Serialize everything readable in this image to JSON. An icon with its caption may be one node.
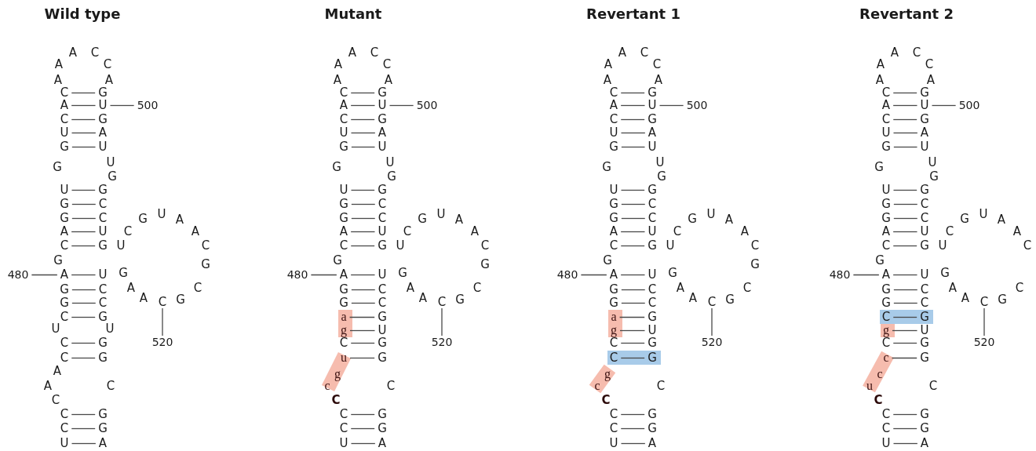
{
  "diagram": {
    "nodes": [
      {
        "text": [
          "C"
        ]
      },
      {
        "text": [
          "G"
        ]
      },
      {
        "text": [
          "A"
        ]
      },
      {
        "text": [
          "U"
        ]
      },
      {
        "text": [
          "500"
        ]
      },
      {
        "text": [
          "C"
        ]
      },
      {
        "text": [
          "G"
        ]
      },
      {
        "text": [
          "U"
        ]
      },
      {
        "text": [
          "A"
        ]
      },
      {
        "text": [
          "G"
        ]
      },
      {
        "text": [
          "U"
        ]
      },
      {
        "text": [
          "U"
        ]
      },
      {
        "text": [
          "G"
        ]
      },
      {
        "text": [
          "G"
        ]
      },
      {
        "text": [
          "C"
        ]
      },
      {
        "text": [
          "G"
        ]
      },
      {
        "text": [
          "C"
        ]
      },
      {
        "text": [
          "A"
        ]
      },
      {
        "text": [
          "U"
        ]
      },
      {
        "text": [
          "C"
        ]
      },
      {
        "text": [
          "G"
        ]
      },
      {
        "text": [
          "480"
        ]
      },
      {
        "text": [
          "A"
        ]
      },
      {
        "text": [
          "U"
        ]
      },
      {
        "text": [
          "G"
        ]
      },
      {
        "text": [
          "C"
        ]
      },
      {
        "text": [
          "G"
        ]
      },
      {
        "text": [
          "C"
        ]
      },
      {
        "text": [
          "C"
        ]
      },
      {
        "text": [
          "C"
        ]
      },
      {
        "text": [
          "G"
        ]
      },
      {
        "text": [
          "C"
        ]
      },
      {
        "text": [
          "G"
        ]
      },
      {
        "text": [
          "520"
        ]
      },
      {
        "text": [
          "C"
        ]
      },
      {
        "text": [
          "G"
        ]
      },
      {
        "text": [
          "C"
        ]
      },
      {
        "text": [
          "G"
        ]
      },
      {
        "text": [
          "C"
        ]
      },
      {
        "text": [
          "G"
        ]
      },
      {
        "text": [
          "U"
        ]
      },
      {
        "text": [
          "A"
        ]
      },
      {
        "text": [
          "C"
        ]
      },
      {
        "text": [
          "G"
        ]
      },
      {
        "text": [
          "A"
        ]
      },
      {
        "text": [
          "U"
        ]
      },
      {
        "text": [
          "500"
        ]
      },
      {
        "text": [
          "C"
        ]
      },
      {
        "text": [
          "G"
        ]
      },
      {
        "text": [
          "U"
        ]
      },
      {
        "text": [
          "A"
        ]
      },
      {
        "text": [
          "G"
        ]
      },
      {
        "text": [
          "U"
        ]
      },
      {
        "text": [
          "U"
        ]
      },
      {
        "text": [
          "G"
        ]
      },
      {
        "text": [
          "G"
        ]
      },
      {
        "text": [
          "C"
        ]
      },
      {
        "text": [
          "G"
        ]
      },
      {
        "text": [
          "C"
        ]
      },
      {
        "text": [
          "A"
        ]
      },
      {
        "text": [
          "U"
        ]
      },
      {
        "text": [
          "C"
        ]
      },
      {
        "text": [
          "G"
        ]
      },
      {
        "text": [
          "480"
        ]
      },
      {
        "text": [
          "A"
        ]
      },
      {
        "text": [
          "U"
        ]
      },
      {
        "text": [
          "G"
        ]
      },
      {
        "text": [
          "C"
        ]
      },
      {
        "text": [
          "G"
        ]
      },
      {
        "text": [
          "C"
        ]
      },
      {
        "text": [
          "C"
        ]
      },
      {
        "text": [
          "a"
        ]
      },
      {
        "text": [
          "G"
        ]
      },
      {
        "text": [
          "g"
        ]
      },
      {
        "text": [
          "U"
        ]
      },
      {
        "text": [
          "C"
        ]
      },
      {
        "text": [
          "G"
        ]
      },
      {
        "text": [
          "520"
        ]
      },
      {
        "text": [
          "u"
        ]
      },
      {
        "text": [
          "G"
        ]
      },
      {
        "text": [
          "C"
        ]
      },
      {
        "text": [
          "G"
        ]
      },
      {
        "text": [
          "C"
        ]
      },
      {
        "text": [
          "G"
        ]
      },
      {
        "text": [
          "U"
        ]
      },
      {
        "text": [
          "A"
        ]
      },
      {
        "text": [
          "C"
        ]
      },
      {
        "text": [
          "G"
        ]
      },
      {
        "text": [
          "A"
        ]
      },
      {
        "text": [
          "U"
        ]
      },
      {
        "text": [
          "500"
        ]
      },
      {
        "text": [
          "C"
        ]
      },
      {
        "text": [
          "G"
        ]
      },
      {
        "text": [
          "U"
        ]
      },
      {
        "text": [
          "A"
        ]
      },
      {
        "text": [
          "G"
        ]
      },
      {
        "text": [
          "U"
        ]
      },
      {
        "text": [
          "U"
        ]
      },
      {
        "text": [
          "G"
        ]
      },
      {
        "text": [
          "G"
        ]
      },
      {
        "text": [
          "C"
        ]
      },
      {
        "text": [
          "G"
        ]
      },
      {
        "text": [
          "C"
        ]
      },
      {
        "text": [
          "A"
        ]
      },
      {
        "text": [
          "U"
        ]
      },
      {
        "text": [
          "C"
        ]
      },
      {
        "text": [
          "G"
        ]
      },
      {
        "text": [
          "480"
        ]
      },
      {
        "text": [
          "A"
        ]
      },
      {
        "text": [
          "U"
        ]
      },
      {
        "text": [
          "G"
        ]
      },
      {
        "text": [
          "C"
        ]
      },
      {
        "text": [
          "G"
        ]
      },
      {
        "text": [
          "C"
        ]
      },
      {
        "text": [
          "C"
        ]
      },
      {
        "text": [
          "a"
        ]
      },
      {
        "text": [
          "G"
        ]
      },
      {
        "text": [
          "g"
        ]
      },
      {
        "text": [
          "U"
        ]
      },
      {
        "text": [
          "C"
        ]
      },
      {
        "text": [
          "G"
        ]
      },
      {
        "text": [
          "520"
        ]
      },
      {
        "text": [
          "C"
        ]
      },
      {
        "text": [
          "G"
        ]
      },
      {
        "text": [
          "C"
        ]
      },
      {
        "text": [
          "G"
        ]
      },
      {
        "text": [
          "C"
        ]
      },
      {
        "text": [
          "G"
        ]
      },
      {
        "text": [
          "U"
        ]
      },
      {
        "text": [
          "A"
        ]
      },
      {
        "text": [
          "C"
        ]
      },
      {
        "text": [
          "G"
        ]
      },
      {
        "text": [
          "A"
        ]
      },
      {
        "text": [
          "U"
        ]
      },
      {
        "text": [
          "500"
        ]
      },
      {
        "text": [
          "C"
        ]
      },
      {
        "text": [
          "G"
        ]
      },
      {
        "text": [
          "U"
        ]
      },
      {
        "text": [
          "A"
        ]
      },
      {
        "text": [
          "G"
        ]
      },
      {
        "text": [
          "U"
        ]
      },
      {
        "text": [
          "U"
        ]
      },
      {
        "text": [
          "G"
        ]
      },
      {
        "text": [
          "G"
        ]
      },
      {
        "text": [
          "C"
        ]
      },
      {
        "text": [
          "G"
        ]
      },
      {
        "text": [
          "C"
        ]
      },
      {
        "text": [
          "A"
        ]
      },
      {
        "text": [
          "U"
        ]
      },
      {
        "text": [
          "C"
        ]
      },
      {
        "text": [
          "G"
        ]
      },
      {
        "text": [
          "480"
        ]
      },
      {
        "text": [
          "A"
        ]
      },
      {
        "text": [
          "U"
        ]
      },
      {
        "text": [
          "G"
        ]
      },
      {
        "text": [
          "C"
        ]
      },
      {
        "text": [
          "G"
        ]
      },
      {
        "text": [
          "C"
        ]
      },
      {
        "text": [
          "C"
        ]
      },
      {
        "text": [
          "C"
        ]
      },
      {
        "text": [
          "G"
        ]
      },
      {
        "text": [
          "g"
        ]
      },
      {
        "text": [
          "U"
        ]
      },
      {
        "text": [
          "C"
        ]
      },
      {
        "text": [
          "G"
        ]
      },
      {
        "text": [
          "520"
        ]
      },
      {
        "text": [
          "c"
        ]
      },
      {
        "text": [
          "G"
        ]
      },
      {
        "text": [
          "C"
        ]
      },
      {
        "text": [
          "G"
        ]
      },
      {
        "text": [
          "C"
        ]
      },
      {
        "text": [
          "G"
        ]
      },
      {
        "text": [
          "U"
        ]
      },
      {
        "text": [
          "A"
        ]
      }
    ],
    "edges": [
      {
        "from": 0,
        "to": 1,
        "arrow": "none"
      },
      {
        "from": 2,
        "to": 3,
        "arrow": "none"
      },
      {
        "from": 4,
        "to": 3,
        "arrow": "none"
      },
      {
        "from": 5,
        "to": 6,
        "arrow": "none"
      },
      {
        "from": 7,
        "to": 8,
        "arrow": "none"
      },
      {
        "from": 9,
        "to": 10,
        "arrow": "none"
      },
      {
        "from": 11,
        "to": 12,
        "arrow": "none"
      },
      {
        "from": 13,
        "to": 14,
        "arrow": "none"
      },
      {
        "from": 15,
        "to": 16,
        "arrow": "none"
      },
      {
        "from": 17,
        "to": 18,
        "arrow": "none"
      },
      {
        "from": 19,
        "to": 20,
        "arrow": "none"
      },
      {
        "from": 21,
        "to": 22,
        "arrow": "none"
      },
      {
        "from": 22,
        "to": 23,
        "arrow": "none"
      },
      {
        "from": 24,
        "to": 25,
        "arrow": "none"
      },
      {
        "from": 26,
        "to": 27,
        "arrow": "none"
      },
      {
        "from": 29,
        "to": 30,
        "arrow": "none"
      },
      {
        "from": 31,
        "to": 32,
        "arrow": "none"
      },
      {
        "from": 33,
        "to": 28,
        "arrow": "none"
      },
      {
        "from": 34,
        "to": 35,
        "arrow": "none"
      },
      {
        "from": 36,
        "to": 37,
        "arrow": "none"
      },
      {
        "from": 38,
        "to": 39,
        "arrow": "none"
      },
      {
        "from": 40,
        "to": 41,
        "arrow": "none"
      },
      {
        "from": 42,
        "to": 43,
        "arrow": "none"
      },
      {
        "from": 44,
        "to": 45,
        "arrow": "none"
      },
      {
        "from": 46,
        "to": 45,
        "arrow": "none"
      },
      {
        "from": 47,
        "to": 48,
        "arrow": "none"
      },
      {
        "from": 49,
        "to": 50,
        "arrow": "none"
      },
      {
        "from": 51,
        "to": 52,
        "arrow": "none"
      },
      {
        "from": 53,
        "to": 54,
        "arrow": "none"
      },
      {
        "from": 55,
        "to": 56,
        "arrow": "none"
      },
      {
        "from": 57,
        "to": 58,
        "arrow": "none"
      },
      {
        "from": 59,
        "to": 60,
        "arrow": "none"
      },
      {
        "from": 61,
        "to": 62,
        "arrow": "none"
      },
      {
        "from": 63,
        "to": 64,
        "arrow": "none"
      },
      {
        "from": 64,
        "to": 65,
        "arrow": "none"
      },
      {
        "from": 66,
        "to": 67,
        "arrow": "none"
      },
      {
        "from": 68,
        "to": 69,
        "arrow": "none"
      },
      {
        "from": 71,
        "to": 72,
        "arrow": "none"
      },
      {
        "from": 73,
        "to": 74,
        "arrow": "none"
      },
      {
        "from": 75,
        "to": 76,
        "arrow": "none"
      },
      {
        "from": 77,
        "to": 70,
        "arrow": "none"
      },
      {
        "from": 78,
        "to": 79,
        "arrow": "none"
      },
      {
        "from": 80,
        "to": 81,
        "arrow": "none"
      },
      {
        "from": 82,
        "to": 83,
        "arrow": "none"
      },
      {
        "from": 84,
        "to": 85,
        "arrow": "none"
      },
      {
        "from": 86,
        "to": 87,
        "arrow": "none"
      },
      {
        "from": 88,
        "to": 89,
        "arrow": "none"
      },
      {
        "from": 90,
        "to": 89,
        "arrow": "none"
      },
      {
        "from": 91,
        "to": 92,
        "arrow": "none"
      },
      {
        "from": 93,
        "to": 94,
        "arrow": "none"
      },
      {
        "from": 95,
        "to": 96,
        "arrow": "none"
      },
      {
        "from": 97,
        "to": 98,
        "arrow": "none"
      },
      {
        "from": 99,
        "to": 100,
        "arrow": "none"
      },
      {
        "from": 101,
        "to": 102,
        "arrow": "none"
      },
      {
        "from": 103,
        "to": 104,
        "arrow": "none"
      },
      {
        "from": 105,
        "to": 106,
        "arrow": "none"
      },
      {
        "from": 107,
        "to": 108,
        "arrow": "none"
      },
      {
        "from": 108,
        "to": 109,
        "arrow": "none"
      },
      {
        "from": 110,
        "to": 111,
        "arrow": "none"
      },
      {
        "from": 112,
        "to": 113,
        "arrow": "none"
      },
      {
        "from": 115,
        "to": 116,
        "arrow": "none"
      },
      {
        "from": 117,
        "to": 118,
        "arrow": "none"
      },
      {
        "from": 119,
        "to": 120,
        "arrow": "none"
      },
      {
        "from": 121,
        "to": 114,
        "arrow": "none"
      },
      {
        "from": 122,
        "to": 123,
        "arrow": "none"
      },
      {
        "from": 124,
        "to": 125,
        "arrow": "none"
      },
      {
        "from": 126,
        "to": 127,
        "arrow": "none"
      },
      {
        "from": 128,
        "to": 129,
        "arrow": "none"
      },
      {
        "from": 130,
        "to": 131,
        "arrow": "none"
      },
      {
        "from": 132,
        "to": 133,
        "arrow": "none"
      },
      {
        "from": 134,
        "to": 133,
        "arrow": "none"
      },
      {
        "from": 135,
        "to": 136,
        "arrow": "none"
      },
      {
        "from": 137,
        "to": 138,
        "arrow": "none"
      },
      {
        "from": 139,
        "to": 140,
        "arrow": "none"
      },
      {
        "from": 141,
        "to": 142,
        "arrow": "none"
      },
      {
        "from": 143,
        "to": 144,
        "arrow": "none"
      },
      {
        "from": 145,
        "to": 146,
        "arrow": "none"
      },
      {
        "from": 147,
        "to": 148,
        "arrow": "none"
      },
      {
        "from": 149,
        "to": 150,
        "arrow": "none"
      },
      {
        "from": 151,
        "to": 152,
        "arrow": "none"
      },
      {
        "from": 152,
        "to": 153,
        "arrow": "none"
      },
      {
        "from": 154,
        "to": 155,
        "arrow": "none"
      },
      {
        "from": 156,
        "to": 157,
        "arrow": "none"
      },
      {
        "from": 159,
        "to": 160,
        "arrow": "none"
      },
      {
        "from": 161,
        "to": 162,
        "arrow": "none"
      },
      {
        "from": 163,
        "to": 164,
        "arrow": "none"
      },
      {
        "from": 165,
        "to": 158,
        "arrow": "none"
      },
      {
        "from": 166,
        "to": 167,
        "arrow": "none"
      },
      {
        "from": 168,
        "to": 169,
        "arrow": "none"
      },
      {
        "from": 170,
        "to": 171,
        "arrow": "none"
      },
      {
        "from": 172,
        "to": 173,
        "arrow": "none"
      }
    ],
    "labels": [
      "Wild type",
      "A",
      "C",
      "A",
      "C",
      "A",
      "A",
      "U",
      "G",
      "G",
      "U",
      "G",
      "A",
      "C",
      "A",
      "U",
      "C",
      "G",
      "G",
      "G",
      "A",
      "C",
      "A",
      "G",
      "U",
      "U",
      "A",
      "A",
      "C",
      "C",
      "Mutant",
      "A",
      "C",
      "A",
      "C",
      "A",
      "A",
      "U",
      "G",
      "G",
      "U",
      "G",
      "A",
      "C",
      "A",
      "U",
      "C",
      "G",
      "G",
      "G",
      "A",
      "C",
      "A",
      "G",
      "g",
      "c",
      "C",
      "C",
      "Revertant 1",
      "A",
      "C",
      "A",
      "C",
      "A",
      "A",
      "U",
      "G",
      "G",
      "U",
      "G",
      "A",
      "C",
      "A",
      "U",
      "C",
      "G",
      "G",
      "G",
      "A",
      "C",
      "A",
      "G",
      "g",
      "c",
      "C",
      "C",
      "Revertant 2",
      "A",
      "C",
      "A",
      "C",
      "A",
      "A",
      "U",
      "G",
      "G",
      "U",
      "G",
      "A",
      "C",
      "A",
      "U",
      "C",
      "G",
      "G",
      "A",
      "C",
      "A",
      "G",
      "c",
      "u",
      "C",
      "C"
    ]
  }
}
